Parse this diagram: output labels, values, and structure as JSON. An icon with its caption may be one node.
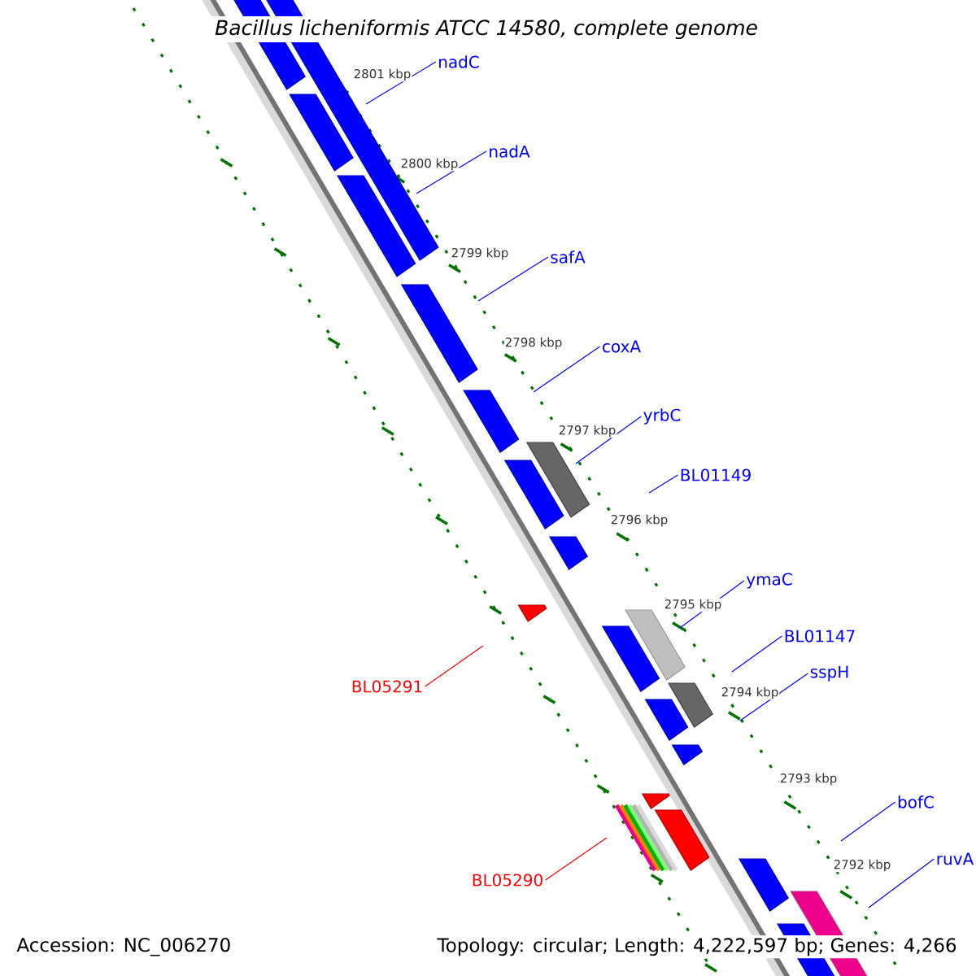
{
  "diagram": {
    "title": "Bacillus licheniformis ATCC 14580, complete genome",
    "nodes": [
      {
        "text": [
          "nadC"
        ]
      },
      {
        "text": [
          "nadA"
        ]
      },
      {
        "text": [
          "safA"
        ]
      },
      {
        "text": [
          "coxA"
        ]
      },
      {
        "text": [
          "yrbC"
        ]
      },
      {
        "text": [
          "BL01149"
        ]
      },
      {
        "text": [
          "ymaC"
        ]
      },
      {
        "text": [
          "BL01147"
        ]
      },
      {
        "text": [
          "sspH"
        ]
      },
      {
        "text": [
          "bofC"
        ]
      },
      {
        "text": [
          "ruvA"
        ]
      },
      {
        "text": [
          "BL05291"
        ]
      },
      {
        "text": [
          "BL05290"
        ]
      }
    ],
    "edges": [
      {
        "from": 0,
        "to": null,
        "arrow": "none"
      },
      {
        "from": 1,
        "to": null,
        "arrow": "none"
      },
      {
        "from": 2,
        "to": null,
        "arrow": "none"
      },
      {
        "from": 3,
        "to": null,
        "arrow": "none"
      },
      {
        "from": 4,
        "to": null,
        "arrow": "none"
      },
      {
        "from": 5,
        "to": null,
        "arrow": "none"
      },
      {
        "from": 6,
        "to": null,
        "arrow": "none"
      },
      {
        "from": 7,
        "to": null,
        "arrow": "none"
      },
      {
        "from": 8,
        "to": null,
        "arrow": "none"
      },
      {
        "from": 9,
        "to": null,
        "arrow": "none"
      },
      {
        "from": 10,
        "to": null,
        "arrow": "none"
      },
      {
        "from": 11,
        "to": null,
        "arrow": "none",
        "color": "#ff0000"
      },
      {
        "from": 12,
        "to": null,
        "arrow": "none",
        "color": "#ff0000"
      }
    ],
    "labels": [
      "2801 kbp",
      "2800 kbp",
      "2799 kbp",
      "2798 kbp",
      "2797 kbp",
      "2796 kbp",
      "2795 kbp",
      "2794 kbp",
      "2793 kbp",
      "2792 kbp",
      "Accession: NC_006270",
      "Topology: circular; Length: 4,222,597 bp; Genes: 4,266"
    ]
  }
}
